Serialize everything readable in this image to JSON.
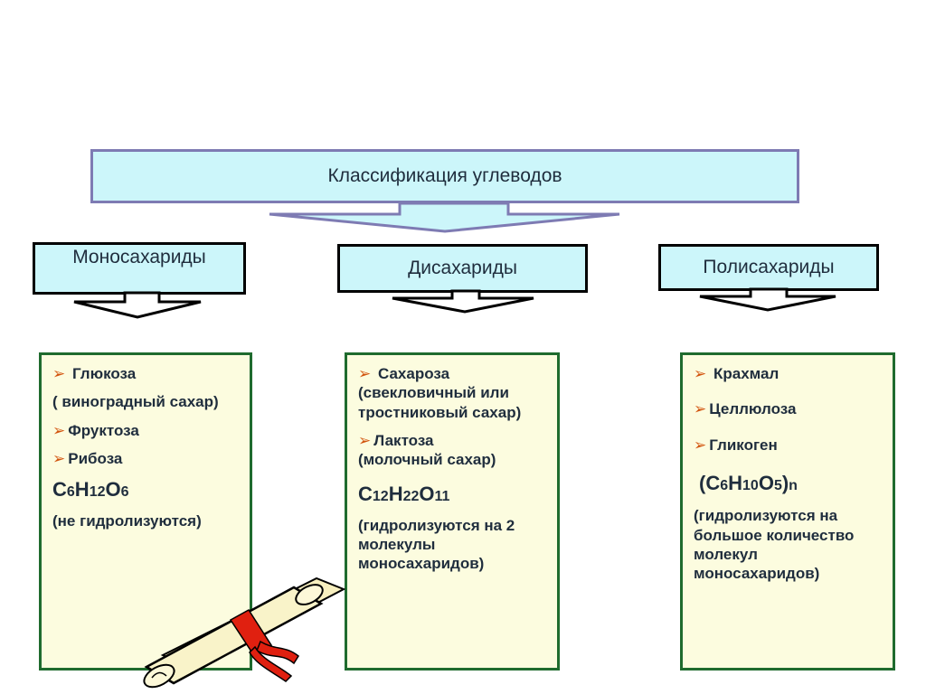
{
  "header": {
    "title": "Классификация углеводов"
  },
  "categories": [
    {
      "title": "Моносахариды"
    },
    {
      "title": "Дисахариды"
    },
    {
      "title": "Полисахариды"
    }
  ],
  "bullet_glyph": "➢",
  "mono": {
    "item1": "Глюкоза",
    "item1_note": "( виноградный сахар)",
    "item2": "Фруктоза",
    "item3": "Рибоза",
    "formula": {
      "c": "C",
      "c_n": "6",
      "h": "H",
      "h_n": "12",
      "o": "O",
      "o_n": "6"
    },
    "note": "(не гидролизуются)"
  },
  "di": {
    "item1": "Сахароза",
    "item1_note": "(свекловичный или тростниковый сахар)",
    "item2": "Лактоза",
    "item2_note": "(молочный сахар)",
    "formula": {
      "c": "C",
      "c_n": "12",
      "h": "H",
      "h_n": "22",
      "o": "O",
      "o_n": "11"
    },
    "note": "(гидролизуются на 2 молекулы моносахаридов)"
  },
  "poly": {
    "item1": "Крахмал",
    "item2": "Целлюлоза",
    "item3": "Гликоген",
    "formula": {
      "open": "(C",
      "c_n": "6",
      "h": "H",
      "h_n": "10",
      "o": "O",
      "o_n": "5",
      "close": ")",
      "n": "n"
    },
    "note": "(гидролизуются на большое количество молекул моносахаридов)"
  },
  "colors": {
    "box_fill": "#ccf6fa",
    "panel_fill": "#fcfcdf",
    "panel_border": "#1f6b2e",
    "header_border": "#7e7bb3",
    "bullet": "#d2540e",
    "ribbon": "#e02010",
    "scroll": "#f8f0c0"
  }
}
